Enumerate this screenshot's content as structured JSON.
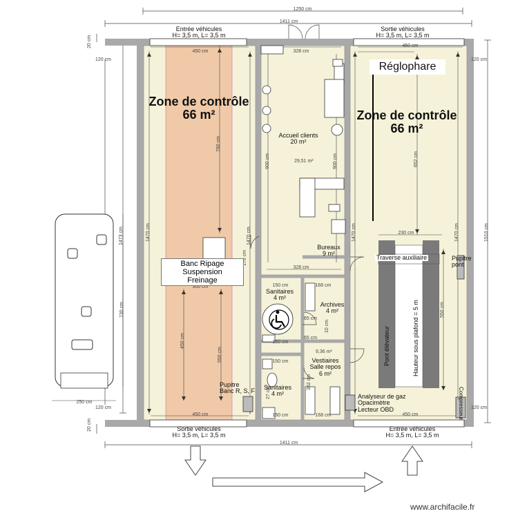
{
  "dimensions": {
    "total_width_top": "1250 cm",
    "overall_width": "1411 cm",
    "overall_height": "1510 cm",
    "wall": "20 cm",
    "offset": "120 cm",
    "left_height": "1473 cm",
    "inner_height": "1470 cm",
    "bay_width": "450 cm",
    "office_width": "328 cm",
    "office_height": "900 cm",
    "vehicle_length": "730 cm",
    "vehicle_width": "250 cm",
    "ramp_length": "300 cm",
    "r780": "780 cm",
    "r170": "170 cm",
    "r450": "450 cm",
    "r550": "550 cm",
    "r652": "652 cm",
    "r230": "230 cm",
    "r150": "150 cm",
    "r168": "168 cm",
    "r65": "65 cm",
    "r10": "10 cm",
    "r362": "362 cm",
    "r27": "27 cm",
    "area_small": "29,51 m²",
    "area_small2": "9,36 m²"
  },
  "doors": {
    "top_left": "Entrée véhicules\nH= 3,5 m, L= 3,5 m",
    "top_right": "Sortie véhicules\nH= 3,5 m, L= 3,5 m",
    "bottom_left": "Sortie véhicules\nH= 3,5 m, L= 3,5 m",
    "bottom_right": "Entrée véhicules\nH= 3,5 m, L= 3,5 m"
  },
  "zones": {
    "left_zone": "Zone de contrôle\n66 m²",
    "right_zone": "Zone de contrôle\n66 m²",
    "reglophare": "Réglophare",
    "banc": "Banc Ripage\nSuspension\nFreinage",
    "accueil": "Accueil clients\n20 m²",
    "bureaux": "Bureaux\n9 m²",
    "sanitaires_top": "Sanitaires\n4 m²",
    "archives": "Archives\n4 m²",
    "vestiaires": "Vestiaires\nSalle repos\n6 m²",
    "sanitaires_bottom": "Sanitaires\n4 m²",
    "traverse": "Traverse auxiliaire",
    "pont": "Pont élévateur",
    "hauteur": "Hauteur sous plafond = 5 m",
    "pupitre_right": "Pupitre\npont",
    "pupitre_left": "Pupitre\nBanc R, S, F",
    "analyseur": "Analyseur de gaz\nOpacimètre\nLecteur OBD",
    "compresseur": "Compresseur"
  },
  "colors": {
    "zone_fill": "#f5f2d9",
    "brake_band": "#f0c9a8",
    "wall": "#a9a9a9",
    "lift": "#7a7a7a",
    "accessibility": "#000000"
  },
  "footer": {
    "watermark": "www.archifacile.fr"
  },
  "icons": [
    "wheelchair-icon",
    "arrow-down-icon",
    "arrow-up-icon",
    "arrow-right-icon"
  ]
}
